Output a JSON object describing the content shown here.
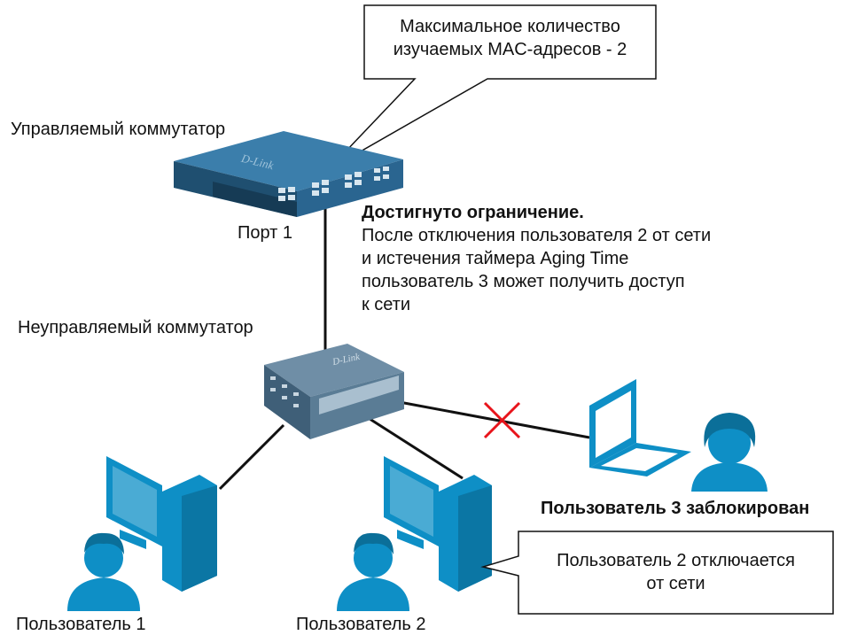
{
  "labels": {
    "max_mac_line1": "Максимальное количество",
    "max_mac_line2": "изучаемых MAC-адресов - 2",
    "managed_switch": "Управляемый коммутатор",
    "port1": "Порт 1",
    "limit_title": "Достигнуто ограничение.",
    "limit_line1": "После отключения пользователя 2 от сети",
    "limit_line2": "и истечения таймера Aging Time",
    "limit_line3": "пользователь 3 может получить доступ",
    "limit_line4": "к сети",
    "unmanaged_switch": "Неуправляемый коммутатор",
    "user3_blocked": "Пользователь 3 заблокирован",
    "user2_disconnect_line1": "Пользователь 2 отключается",
    "user2_disconnect_line2": "от сети",
    "user1": "Пользователь 1",
    "user2": "Пользователь 2",
    "logo_managed": "D-Link",
    "logo_unmanaged": "D-Link"
  },
  "colors": {
    "icon_blue": "#0e8fc6",
    "switch_body": "#2f6f99",
    "cross_red": "#e8141b",
    "line": "#111111"
  }
}
